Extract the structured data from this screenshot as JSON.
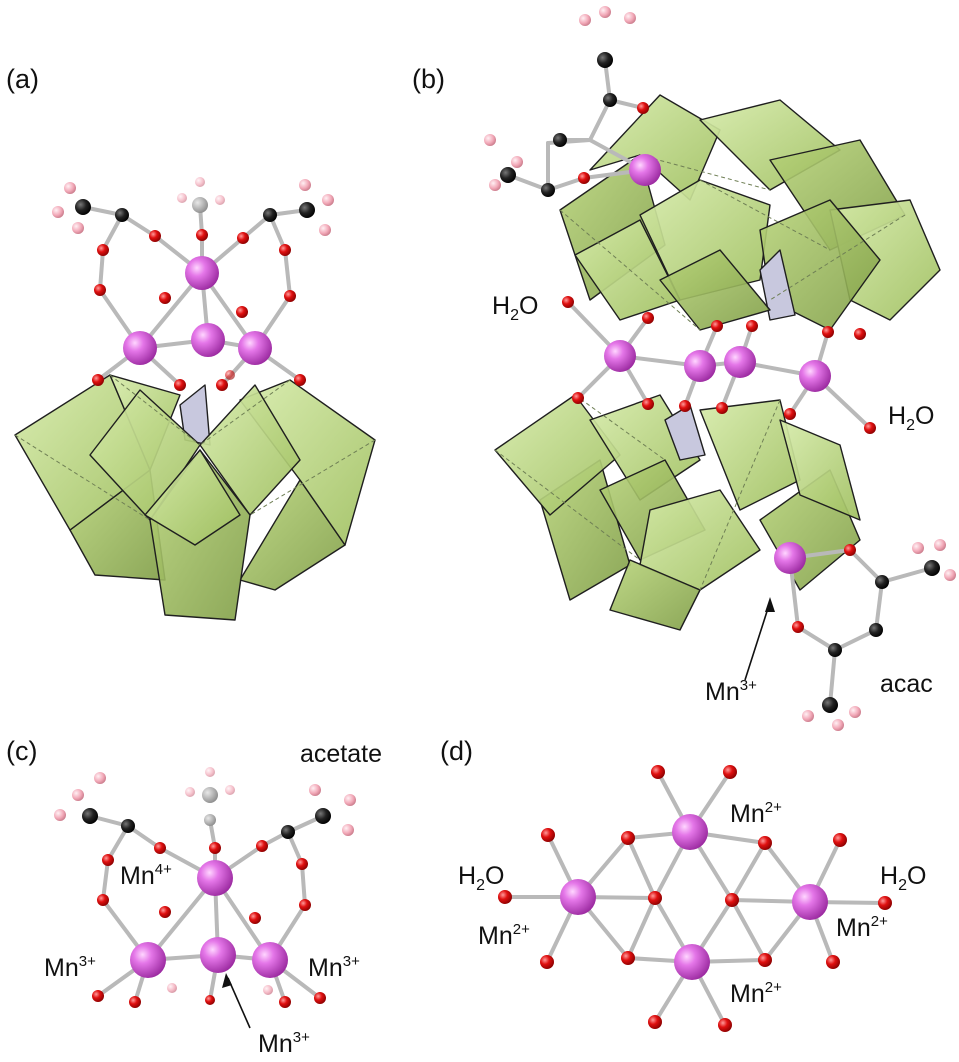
{
  "panels": {
    "a": {
      "label": "(a)"
    },
    "b": {
      "label": "(b)",
      "water_left": "H",
      "water_left_sub": "2",
      "water_left_o": "O",
      "water_right": "H",
      "water_right_sub": "2",
      "water_right_o": "O",
      "mn_label": "Mn",
      "mn_label_sup": "3+",
      "ligand_label": "acac"
    },
    "c": {
      "label": "(c)",
      "ligand_label": "acetate",
      "mn_top": "Mn",
      "mn_top_sup": "4+",
      "mn_left": "Mn",
      "mn_left_sup": "3+",
      "mn_right": "Mn",
      "mn_right_sup": "3+",
      "mn_bottom": "Mn",
      "mn_bottom_sup": "3+"
    },
    "d": {
      "label": "(d)",
      "water_left": "H",
      "water_left_sub": "2",
      "water_left_o": "O",
      "water_right": "H",
      "water_right_sub": "2",
      "water_right_o": "O",
      "mn_top": "Mn",
      "mn_top_sup": "2+",
      "mn_left": "Mn",
      "mn_left_sup": "2+",
      "mn_right": "Mn",
      "mn_right_sup": "2+",
      "mn_bottom": "Mn",
      "mn_bottom_sup": "2+"
    }
  },
  "colors": {
    "manganese": "#d64fd8",
    "oxygen": "#e01010",
    "carbon": "#1a1a1a",
    "hydrogen": "#f0a0b0",
    "polyhedron": "#b8d47a",
    "bond": "#b9b9b9"
  }
}
